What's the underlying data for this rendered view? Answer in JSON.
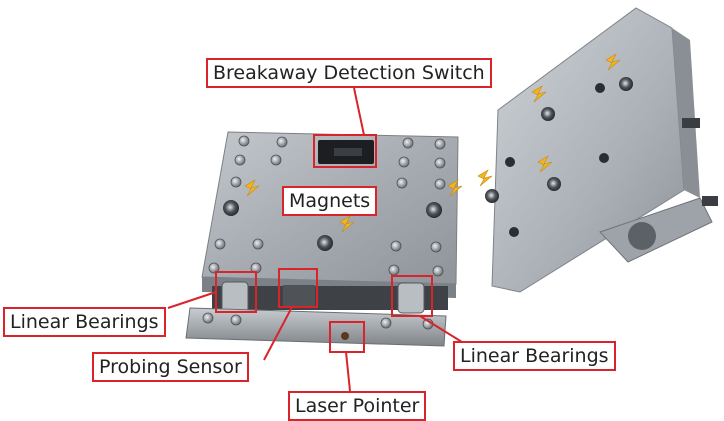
{
  "labels": {
    "breakaway": "Breakaway Detection Switch",
    "magnets": "Magnets",
    "linear_bearings_left": "Linear Bearings",
    "probing_sensor": "Probing Sensor",
    "linear_bearings_right": "Linear Bearings",
    "laser_pointer": "Laser Pointer"
  },
  "colors": {
    "callout_red": "#d9242b",
    "plate_metal": "#a9aeb4",
    "magnet_spark": "#f2b51e"
  }
}
